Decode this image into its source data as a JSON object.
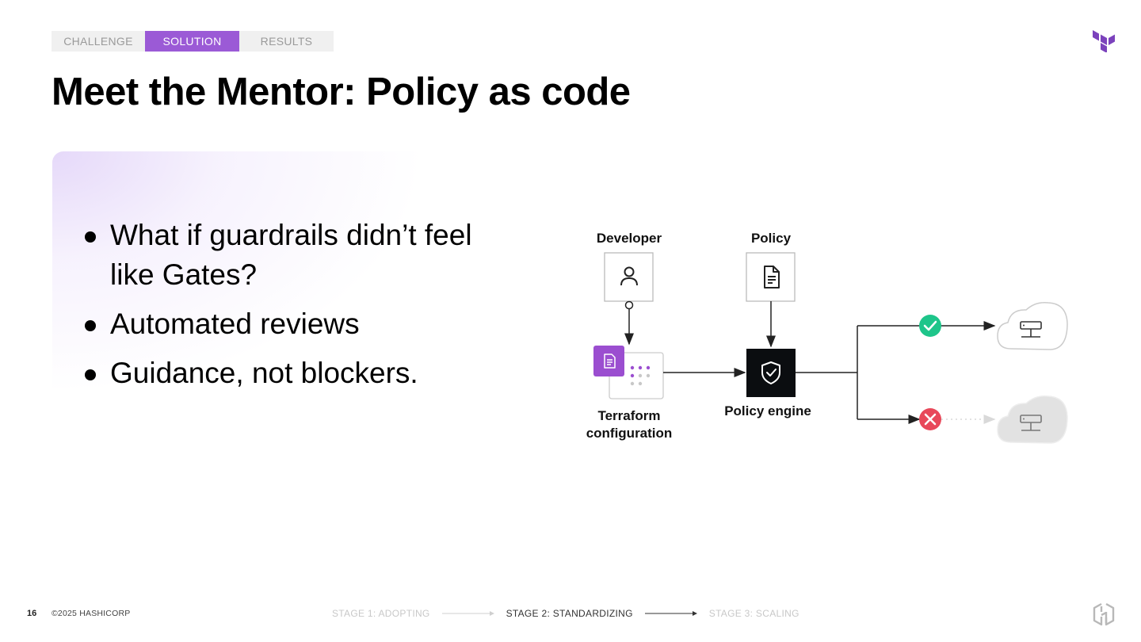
{
  "header": {
    "tabs": [
      {
        "label": "CHALLENGE",
        "active": false
      },
      {
        "label": "SOLUTION",
        "active": true
      },
      {
        "label": "RESULTS",
        "active": false
      }
    ],
    "logo_icon": "terraform-logo-icon"
  },
  "slide": {
    "title": "Meet the Mentor: Policy as code",
    "bullets": [
      "What if guardrails didn’t feel like Gates?",
      "Automated reviews",
      "Guidance, not blockers."
    ]
  },
  "diagram": {
    "developer_label": "Developer",
    "policy_label": "Policy",
    "terraform_label_line1": "Terraform",
    "terraform_label_line2": "configuration",
    "engine_label": "Policy engine",
    "icons": [
      "user-icon",
      "document-icon",
      "shield-check-icon",
      "check-circle-icon",
      "x-circle-icon",
      "cloud-server-icon"
    ]
  },
  "footer": {
    "page_number": "16",
    "copyright": "©2025 HASHICORP",
    "stages": [
      {
        "label": "STAGE 1: ADOPTING",
        "current": false
      },
      {
        "label": "STAGE 2: STANDARDIZING",
        "current": true
      },
      {
        "label": "STAGE 3: SCALING",
        "current": false
      }
    ],
    "logo_icon": "hashicorp-logo-icon"
  },
  "colors": {
    "accent": "#9b5ad6",
    "success": "#1ec58a",
    "error": "#e8485a",
    "engine": "#0b0d10"
  }
}
